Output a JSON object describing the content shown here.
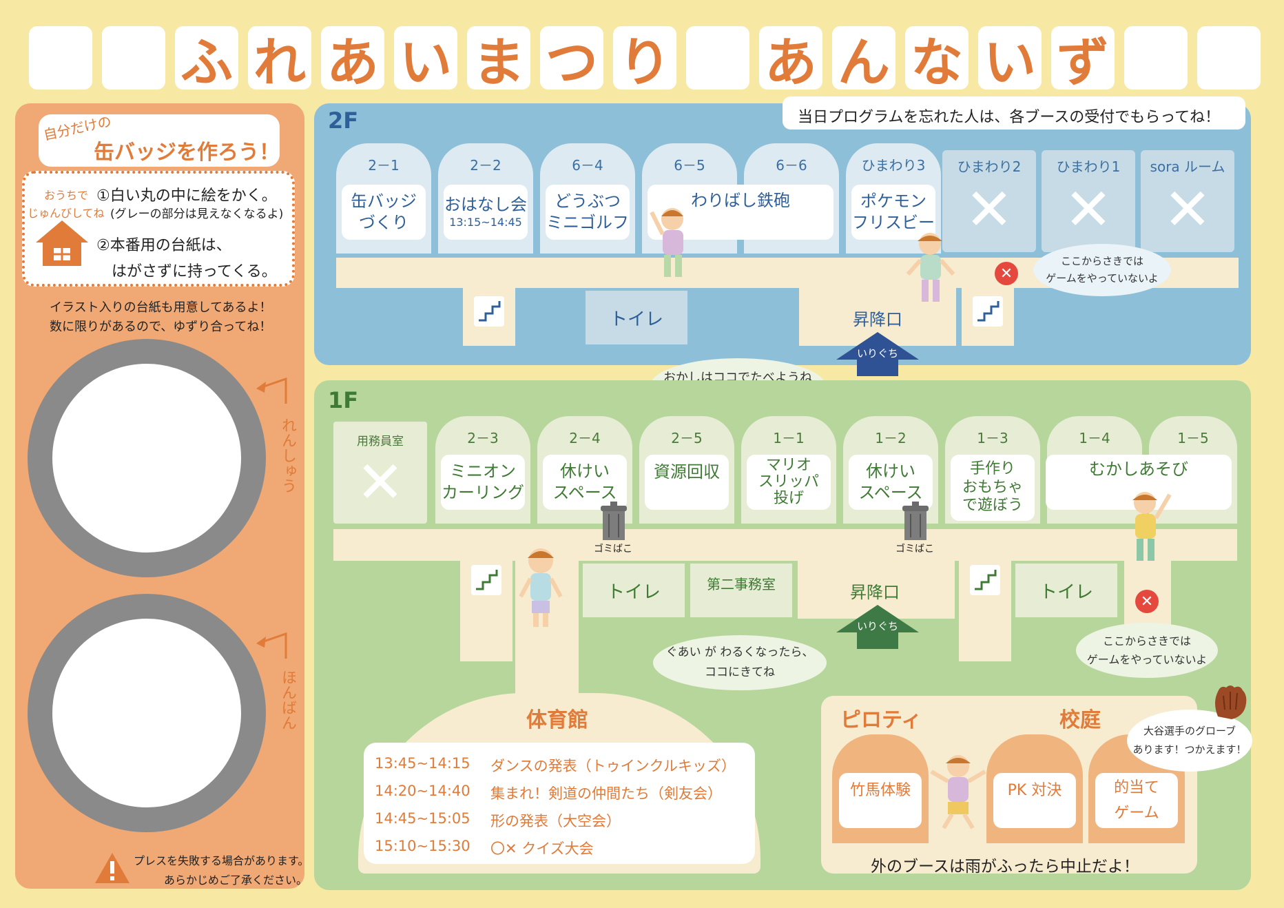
{
  "title": {
    "chars": [
      "",
      "",
      "ふ",
      "れ",
      "あ",
      "い",
      "ま",
      "つ",
      "り",
      "",
      "あ",
      "ん",
      "な",
      "い",
      "ず",
      "",
      ""
    ]
  },
  "sidebar": {
    "badge_small": "自分だけの",
    "badge_title": "缶バッジを作ろう！",
    "home_label_1": "おうちで",
    "home_label_2": "じゅんびしてね",
    "step1": "①白い丸の中に絵をかく。",
    "step1_note": "(グレーの部分は見えなくなるよ)",
    "step2": "②本番用の台紙は、",
    "step2_b": "はがさずに持ってくる。",
    "note1": "イラスト入りの台紙も用意してあるよ！",
    "note2": "数に限りがあるので、ゆずり合ってね！",
    "circle1_label": "れんしゅう",
    "circle2_label": "ほんばん",
    "warning_1": "プレスを失敗する場合があります。",
    "warning_2": "あらかじめご了承ください。"
  },
  "floor2": {
    "label": "2F",
    "notice": "当日プログラムを忘れた人は、各ブースの受付でもらってね！",
    "rooms": [
      {
        "num": "2－1",
        "name": "缶バッジ\nづくり"
      },
      {
        "num": "2－2",
        "name": "おはなし会",
        "sub": "13:15~14:45"
      },
      {
        "num": "6－4",
        "name": "どうぶつ\nミニゴルフ"
      },
      {
        "num": "6－5",
        "name": ""
      },
      {
        "num": "6－6",
        "name": ""
      },
      {
        "num": "ひまわり3",
        "name": "ポケモン\nフリスビー"
      },
      {
        "num": "ひまわり2",
        "name": "✕"
      },
      {
        "num": "ひまわり1",
        "name": "✕"
      },
      {
        "num": "sora ルーム",
        "name": "✕"
      }
    ],
    "wide_booth": "わりばし鉄砲",
    "toilet": "トイレ",
    "stairs": "昇降口",
    "entrance": "いりぐち",
    "no_games": "ここからさきでは\nゲームをやっていないよ"
  },
  "floor1": {
    "label": "1F",
    "snack_bubble": "おかしはココでたべようね",
    "rooms": [
      {
        "num": "用務員室",
        "name": "✕"
      },
      {
        "num": "2－3",
        "name": "ミニオン\nカーリング"
      },
      {
        "num": "2－4",
        "name": "休けい\nスペース"
      },
      {
        "num": "2－5",
        "name": "資源回収"
      },
      {
        "num": "1－1",
        "name": "マリオ\nスリッパ\n投げ"
      },
      {
        "num": "1－2",
        "name": "休けい\nスペース"
      },
      {
        "num": "1－3",
        "name": "手作り\nおもちゃ\nで遊ぼう"
      },
      {
        "num": "1－4",
        "name": ""
      },
      {
        "num": "1－5",
        "name": ""
      }
    ],
    "wide_booth": "むかしあそび",
    "trash1": "ゴミばこ",
    "trash2": "ゴミばこ",
    "toilet1": "トイレ",
    "office2": "第二事務室",
    "stairs": "昇降口",
    "entrance": "いりぐち",
    "toilet2": "トイレ",
    "sick_bubble": "ぐあい が わるくなったら、\nココにきてね",
    "no_games": "ここからさきでは\nゲームをやっていないよ",
    "gym": {
      "title": "体育館",
      "schedule": [
        {
          "time": "13:45~14:15",
          "event": "ダンスの発表（トゥインクルキッズ）"
        },
        {
          "time": "14:20~14:40",
          "event": "集まれ！剣道の仲間たち（剣友会）"
        },
        {
          "time": "14:45~15:05",
          "event": "形の発表（大空会）"
        },
        {
          "time": "15:10~15:30",
          "event": "〇✕ クイズ大会"
        }
      ]
    },
    "outdoor": {
      "piloti": "ピロティ",
      "yard": "校庭",
      "booths": [
        "竹馬体験",
        "PK 対決",
        "的当て\nゲーム"
      ],
      "glove_note": "大谷選手のグローブ\nあります！つかえます！",
      "rain_note": "外のブースは雨がふったら中止だよ！"
    }
  },
  "colors": {
    "accent": "#e07b39",
    "floor2": "#8ebfd8",
    "floor1": "#b6d69c",
    "text2": "#2e5f98",
    "text1": "#3f7a34"
  }
}
